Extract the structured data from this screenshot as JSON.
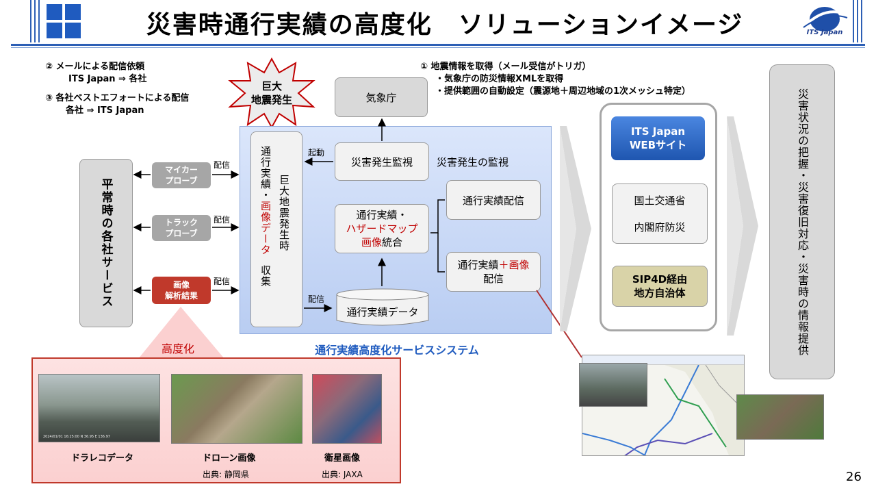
{
  "header": {
    "title": "災害時通行実績の高度化　ソリューションイメージ",
    "logo_text": "ITS Japan"
  },
  "notes": {
    "left_line1": "②  メールによる配信依頼",
    "left_line2": "ITS Japan  ⇒  各社",
    "left_line3": "③  各社ベストエフォートによる配信",
    "left_line4": "各社  ⇒  ITS Japan",
    "right_line1": "①  地震情報を取得（メール受信がトリガ）",
    "right_line2": "・気象庁の防災情報XMLを取得",
    "right_line3": "・提供範囲の自動設定（震源地＋周辺地域の1次メッシュ特定）"
  },
  "diagram": {
    "burst_label": "巨大\n地震発生",
    "jma": "気象庁",
    "monitor": "災害発生監視",
    "monitor_caption": "災害発生の監視",
    "trigger_label": "起動",
    "collect_part1": "通行実績・",
    "collect_part2": "画像データ",
    "collect_part3": "収集",
    "collect_side": "巨大地震発生時",
    "integrate_line1": "通行実績・",
    "integrate_line2": "ハザードマップ",
    "integrate_line3a": "画像",
    "integrate_line3b": "統合",
    "dist1": "通行実績配信",
    "dist2_a": "通行実績",
    "dist2_b": "＋画像",
    "dist2_c": "配信",
    "database": "通行実績データ",
    "haishin": "配信",
    "system_name": "通行実績高度化サービスシステム",
    "normal_services": "平常時の各社サービス",
    "probe_car": "マイカー\nプローブ",
    "probe_truck": "トラック\nプローブ",
    "probe_image": "画像\n解析結果",
    "its_web": "ITS Japan\nWEBサイト",
    "mlit": "国土交通省",
    "cao": "内閣府防災",
    "sip": "SIP4D経由\n地方自治体",
    "result": "災害状況の把握・災害復旧対応・災害時の情報提供"
  },
  "enhancement": {
    "label": "高度化",
    "items": [
      {
        "caption": "ドラレコデータ",
        "source": ""
      },
      {
        "caption": "ドローン画像",
        "source": "出典: 静岡県"
      },
      {
        "caption": "衛星画像",
        "source": "出典: JAXA"
      }
    ],
    "dashcam_timestamp": "2024/01/01 16:25:00  N 36.95  E 136.97"
  },
  "page_number": "26",
  "colors": {
    "accent_blue": "#1f5bbf",
    "accent_red": "#c00000",
    "panel_blue": "#c7d7f5"
  }
}
